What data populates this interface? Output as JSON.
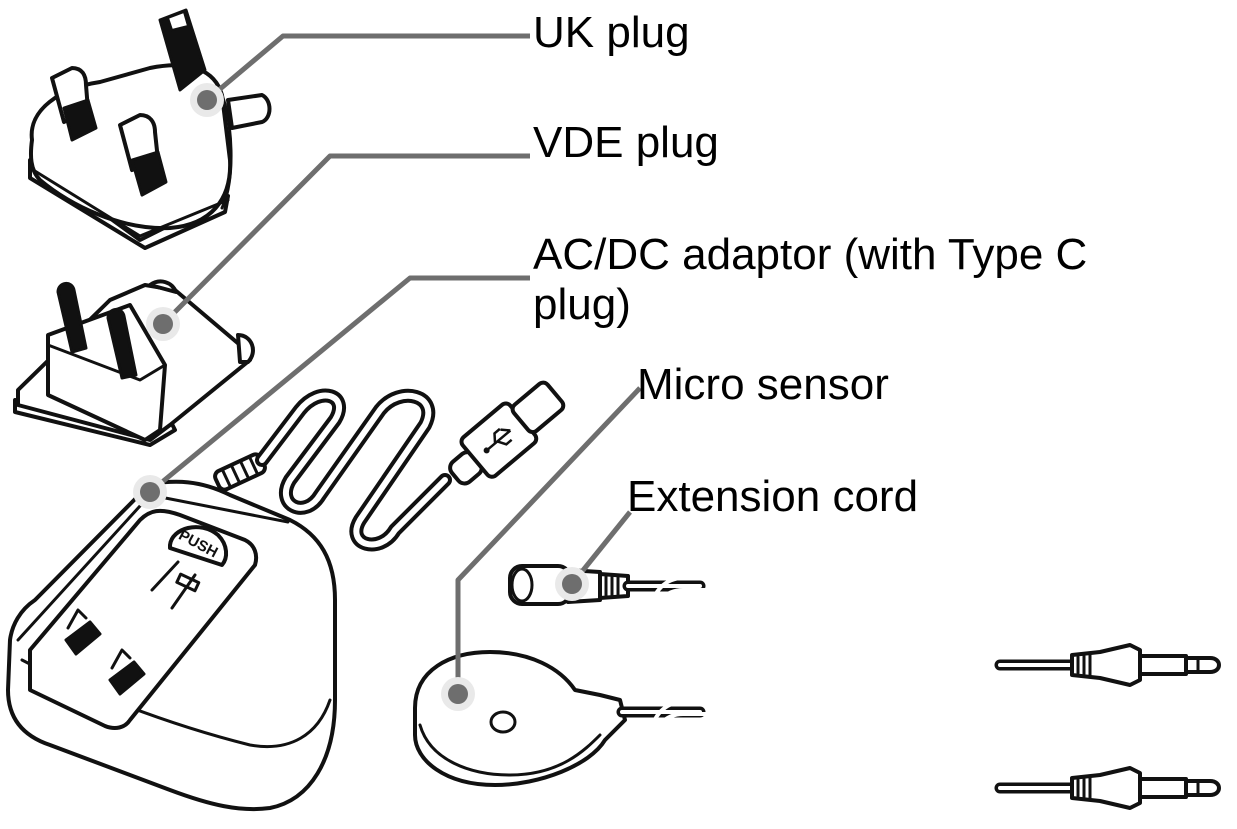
{
  "title": "Included accessories",
  "colors": {
    "outline": "#111111",
    "leader_line": "#6e6e6e",
    "leader_halo": "#e6e6e6",
    "text": "#000000"
  },
  "callouts": [
    {
      "id": "uk-plug",
      "label": "UK plug"
    },
    {
      "id": "vde-plug",
      "label": "VDE plug"
    },
    {
      "id": "ac-dc-adaptor",
      "label": "AC/DC adaptor (with Type C plug)"
    },
    {
      "id": "micro-sensor",
      "label": "Micro sensor"
    },
    {
      "id": "extension-cord",
      "label": "Extension cord"
    }
  ],
  "adaptor": {
    "button_text": "PUSH"
  },
  "icons": {
    "usb": "usb-icon"
  }
}
